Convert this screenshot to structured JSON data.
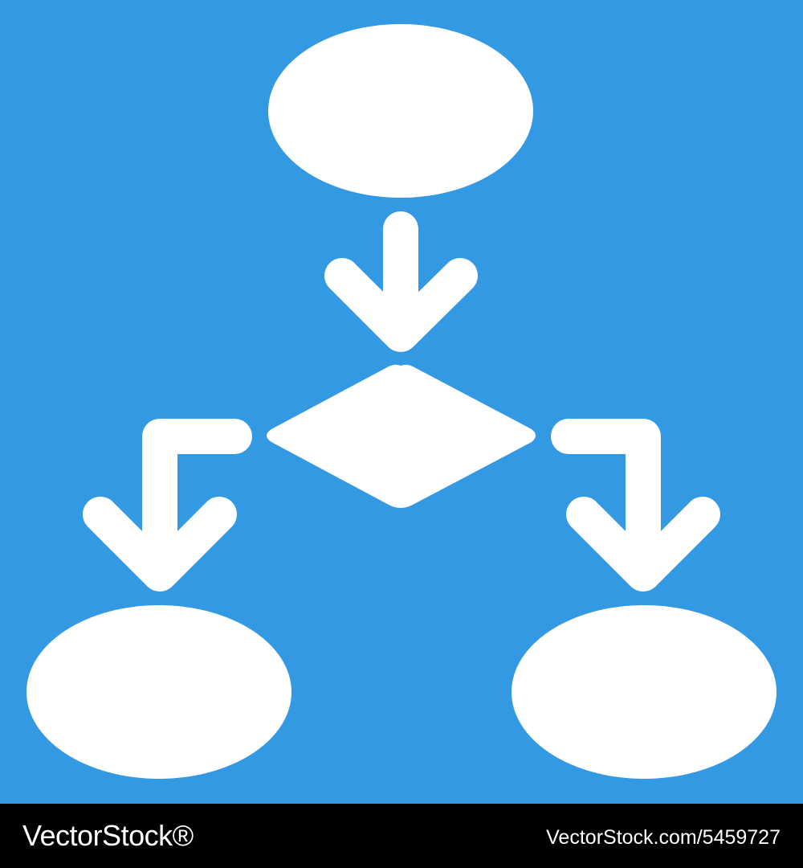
{
  "colors": {
    "background": "#3399e2",
    "shapes": "#ffffff",
    "footer_background": "#000000",
    "footer_text": "#ffffff"
  },
  "icon": {
    "name": "flowchart-icon",
    "elements": [
      "start-ellipse",
      "down-arrow",
      "decision-diamond",
      "left-branch-arrow",
      "right-branch-arrow",
      "left-end-ellipse",
      "right-end-ellipse"
    ]
  },
  "footer": {
    "brand": "VectorStock®",
    "asset_id": "VectorStock.com/5459727"
  }
}
